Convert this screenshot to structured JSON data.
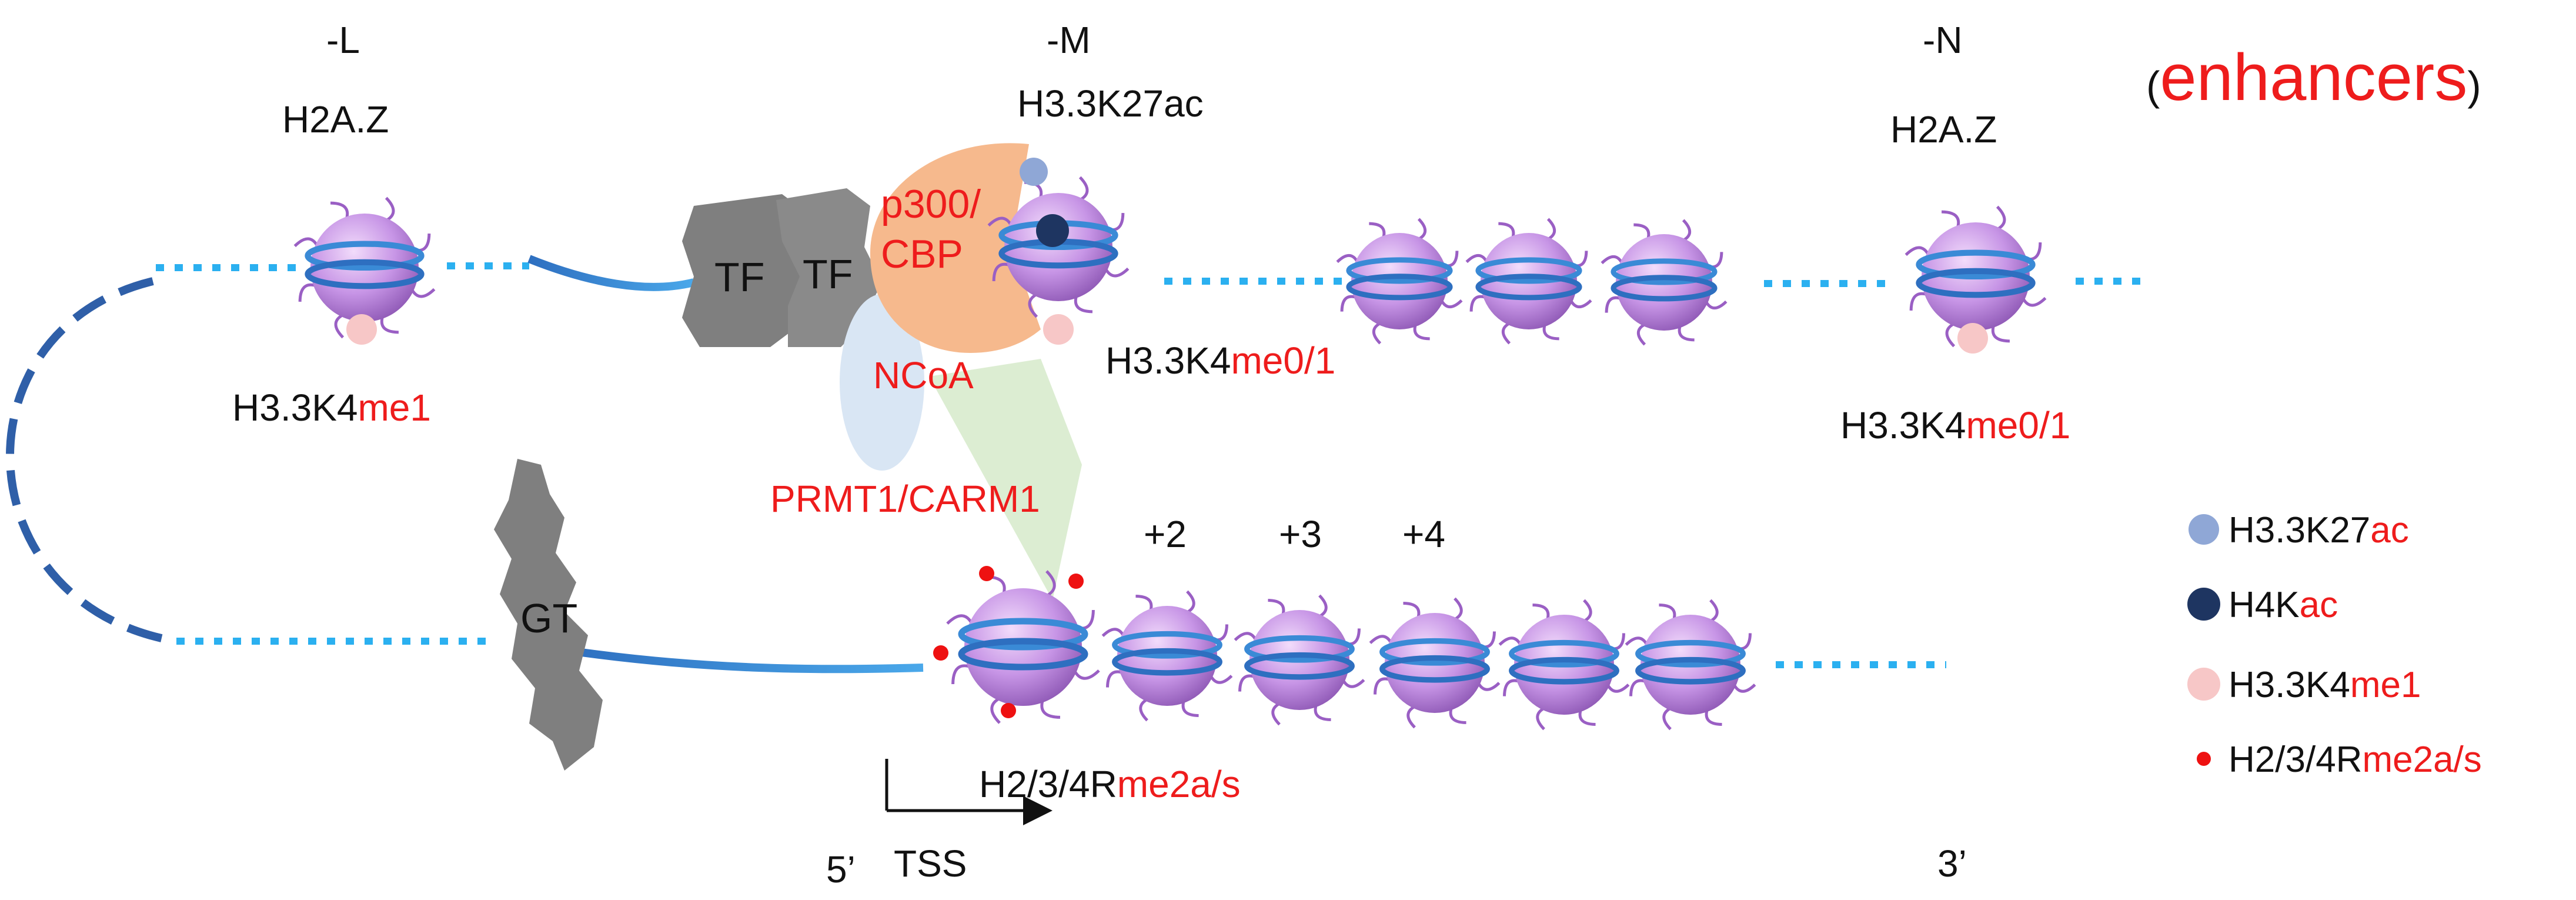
{
  "colors": {
    "dna_solid": "#3a8ad6",
    "dna_dotted": "#2bb0f0",
    "dna_dashed": "#2f5fa8",
    "nucleosome": "#c795e6",
    "k27ac": "#8fa7d6",
    "h4kac": "#1e3561",
    "k4me1": "#f7c7c7",
    "rme2": "#ee1111",
    "tf": "#7f7f7f",
    "p300": "#f6b98d",
    "ncoa": "#d9e6f4",
    "prmt": "#d8ebcd",
    "red_text": "#ee1c1c"
  },
  "enhancer_labels": {
    "L": "-L",
    "M": "-M",
    "N": "-N"
  },
  "title": {
    "open": "(",
    "word": "enhancers",
    "close": ")"
  },
  "marks": {
    "h2az_left": "H2A.Z",
    "h2az_right": "H2A.Z",
    "k27ac_top": "H3.3K27ac",
    "left_k4": {
      "base": "H3.3K4",
      "mod": "me1"
    },
    "mid_k4": {
      "base": "H3.3K4",
      "mod": "me0/1"
    },
    "right_k4": {
      "base": "H3.3K4",
      "mod": "me0/1"
    },
    "promoter": {
      "base": "H2/3/4R",
      "mod": "me2a/s"
    }
  },
  "proteins": {
    "tf1": "TF",
    "tf2": "TF",
    "p300_line1": "p300/",
    "p300_line2": "CBP",
    "ncoa": "NCoA",
    "prmt": "PRMT1/CARM1",
    "gt": "GT"
  },
  "positions": {
    "p2": "+2",
    "p3": "+3",
    "p4": "+4"
  },
  "ends": {
    "five": "5’",
    "three": "3’",
    "tss": "TSS"
  },
  "legend": [
    {
      "base": "H3.3K27",
      "mod": "ac",
      "color": "#8fa7d6"
    },
    {
      "base": "H4K",
      "mod": "ac",
      "color": "#1e3561"
    },
    {
      "base": "H3.3K4",
      "mod": "me1",
      "color": "#f7c7c7"
    },
    {
      "base": "H2/3/4R",
      "mod": "me2a/s",
      "color": "#ee1111"
    }
  ]
}
